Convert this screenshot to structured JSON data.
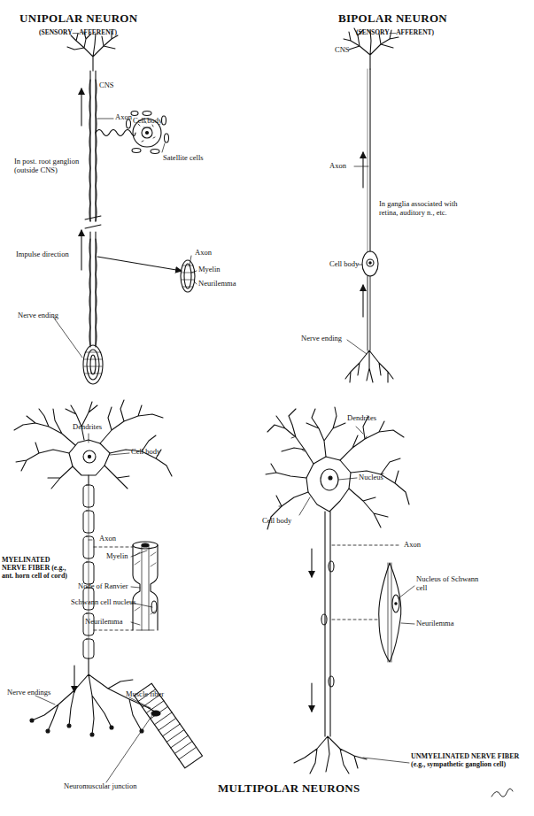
{
  "diagram": {
    "labels": [
      "UNIPOLAR NEURON",
      "(SENSORY—AFFERENT)",
      "BIPOLAR NEURON",
      "(SENSORY—AFFERENT)",
      "CNS",
      "Axon",
      "Cell body",
      "Satellite cells",
      "In post. root ganglion (outside CNS)",
      "Impulse direction",
      "Axon",
      "Myelin",
      "Neurilemma",
      "Nerve ending",
      "CNS",
      "Axon",
      "In ganglia associated with retina, auditory n., etc.",
      "Cell body",
      "Nerve ending",
      "Dendrites",
      "Cell body",
      "Axon",
      "MYELINATED NERVE FIBER (e.g., ant. horn cell of cord)",
      "Myelin",
      "Node of Ranvier",
      "Schwann cell nucleus",
      "Neurilemma",
      "Nerve endings",
      "Muscle fiber",
      "Neuromuscular junction",
      "Dendrites",
      "Nucleus",
      "Cell body",
      "Axon",
      "Nucleus of Schwann cell",
      "Neurilemma",
      "UNMYELINATED NERVE FIBER (e.g., sympathetic ganglion cell)",
      "MULTIPOLAR NEURONS"
    ]
  }
}
